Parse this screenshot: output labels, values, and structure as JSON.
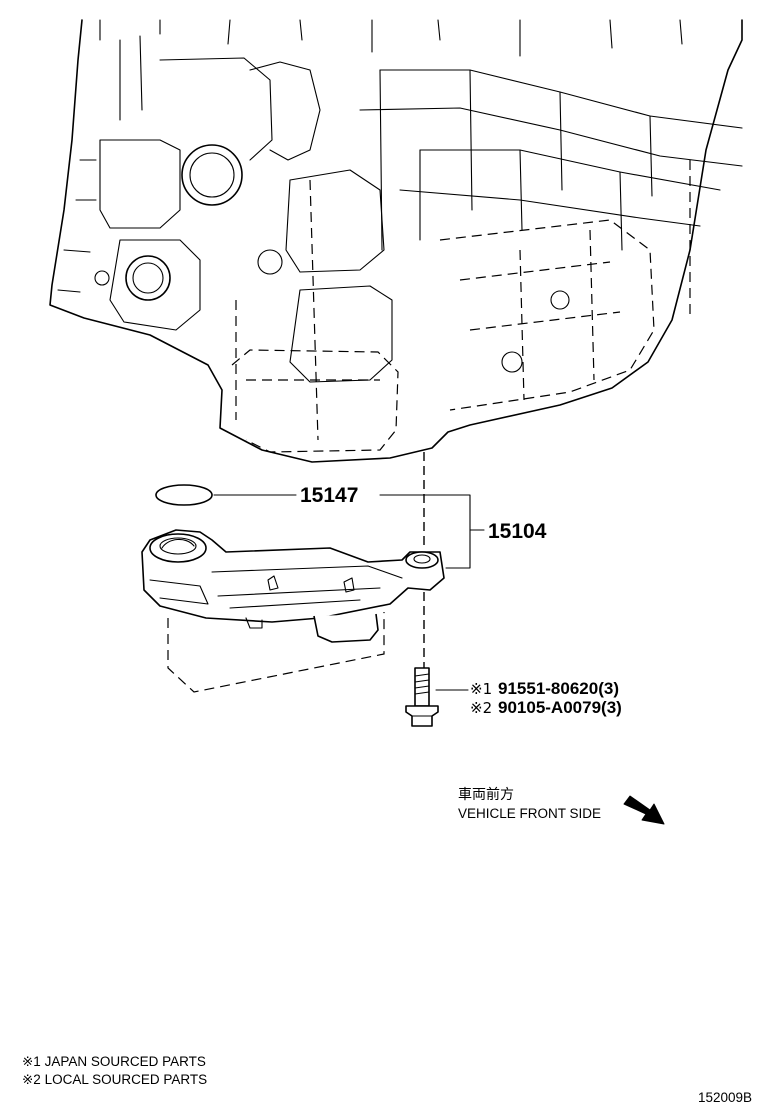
{
  "callouts": {
    "gasket": "15147",
    "strainer_assy": "15104",
    "bolt_japan_mark": "※1",
    "bolt_japan": "91551-80620(3)",
    "bolt_local_mark": "※2",
    "bolt_local": "90105-A0079(3)"
  },
  "direction": {
    "label_jp": "車両前方",
    "label_en": "VEHICLE FRONT SIDE",
    "arrow_icon": "arrow-down-right-icon"
  },
  "notes": [
    "※1 JAPAN SOURCED PARTS",
    "※2 LOCAL SOURCED PARTS"
  ],
  "figure_id": "152009B"
}
